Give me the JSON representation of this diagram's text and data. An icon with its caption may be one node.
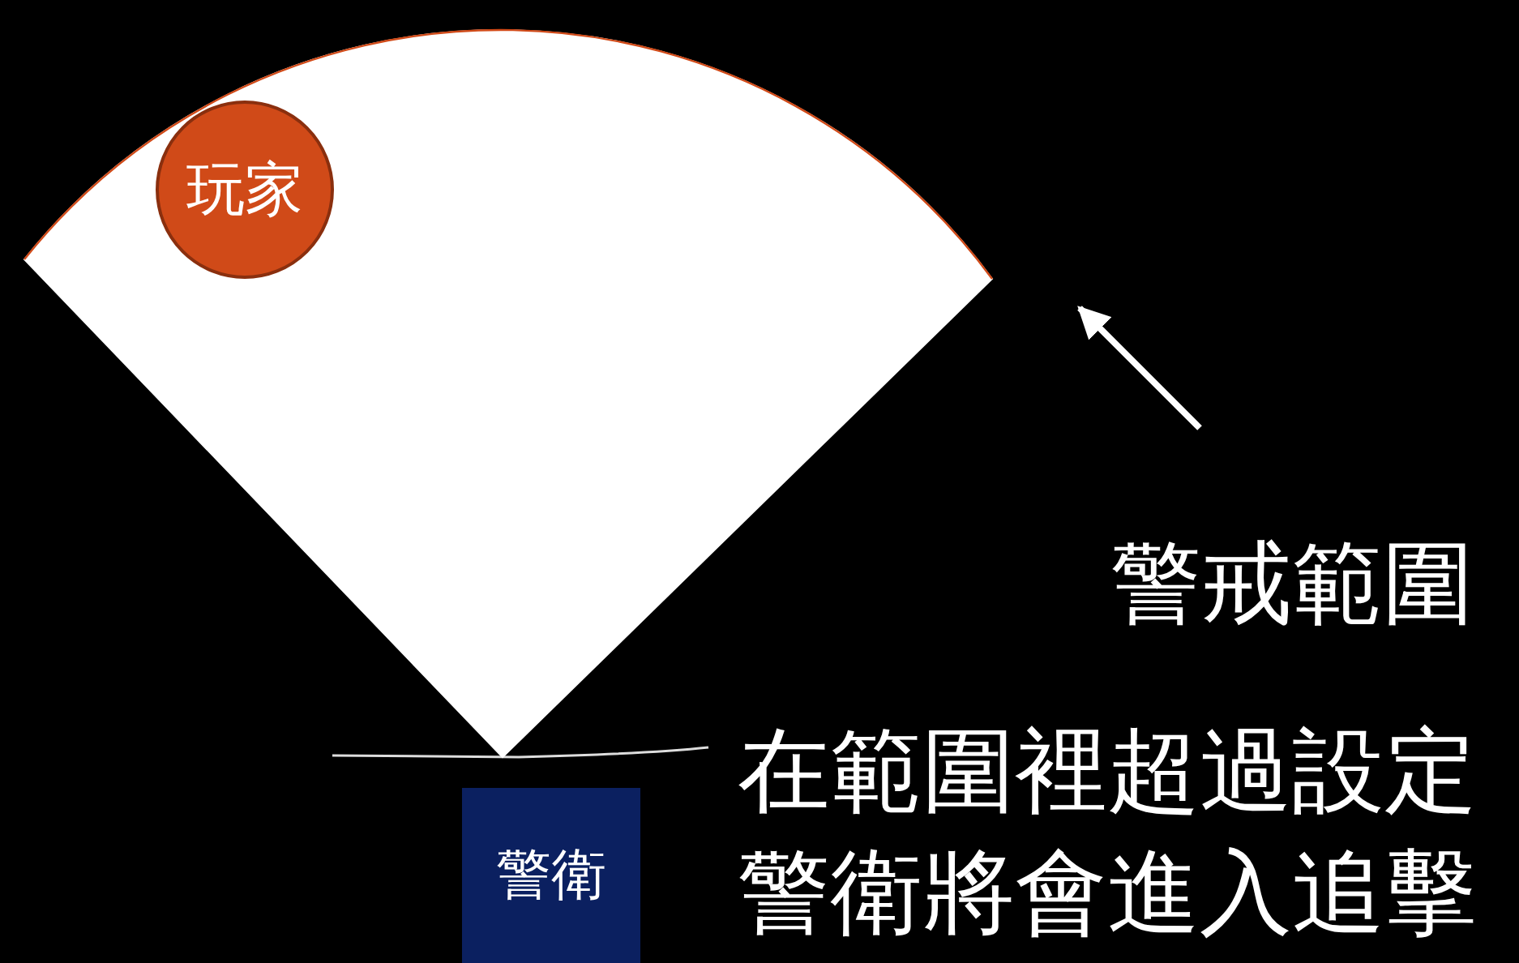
{
  "diagram": {
    "nodes": [
      {
        "text": [],
        "shape": "sector"
      },
      {
        "text": [
          "玩家"
        ],
        "in": 0
      },
      {
        "text": [
          "警衛"
        ]
      },
      {
        "text": [
          "警戒範圍"
        ]
      }
    ],
    "edges": [
      {
        "from": 3,
        "to": 0,
        "arrow": "to"
      }
    ],
    "labels": [
      "在範圍裡超過設定",
      "警衛將會進入追擊"
    ]
  }
}
